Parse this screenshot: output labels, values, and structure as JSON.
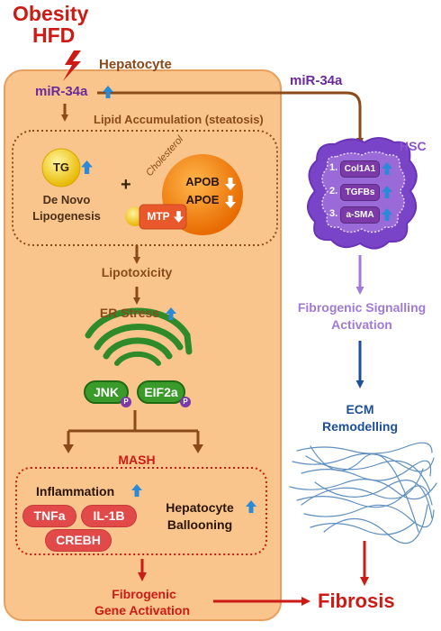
{
  "trigger": {
    "line1": "Obesity",
    "line2": "HFD"
  },
  "hepatocyte_label": "Hepatocyte",
  "mir34a_liver": "miR-34a",
  "mir34a_hsc": "miR-34a",
  "lipid_accumulation": "Lipid Accumulation (steatosis)",
  "tg": "TG",
  "de_novo": {
    "line1": "De Novo",
    "line2": "Lipogenesis"
  },
  "plus": "+",
  "cholesterol": "Cholesterol",
  "apob": "APOB",
  "apoe": "APOE",
  "mtp": "MTP",
  "lipotoxicity": "Lipotoxicity",
  "er_stress": "ER Stress",
  "jnk": "JNK",
  "eif2a": "EIF2a",
  "phospho": "P",
  "mash": "MASH",
  "inflammation": "Inflammation",
  "tnfa": "TNFa",
  "il1b": "IL-1B",
  "crebh": "CREBH",
  "ballooning": {
    "line1": "Hepatocyte",
    "line2": "Ballooning"
  },
  "fibrogenic_gene": {
    "line1": "Fibrogenic",
    "line2": "Gene Activation"
  },
  "hsc": {
    "label": "HSC",
    "items": [
      {
        "num": "1.",
        "name": "Col1A1"
      },
      {
        "num": "2.",
        "name": "TGFBs"
      },
      {
        "num": "3.",
        "name": "a-SMA"
      }
    ]
  },
  "fibrogenic_signalling": {
    "line1": "Fibrogenic Signalling",
    "line2": "Activation"
  },
  "ecm": {
    "line1": "ECM",
    "line2": "Remodelling"
  },
  "fibrosis": "Fibrosis",
  "colors": {
    "hepatocyte_fill": "#f9c58c",
    "hepatocyte_border": "#e8a060",
    "brown_arrow": "#8a4a1a",
    "red": "#cc1a14",
    "purple": "#8a52cc",
    "blue": "#1c4f98",
    "up_arrow": "#2a8ad8"
  }
}
